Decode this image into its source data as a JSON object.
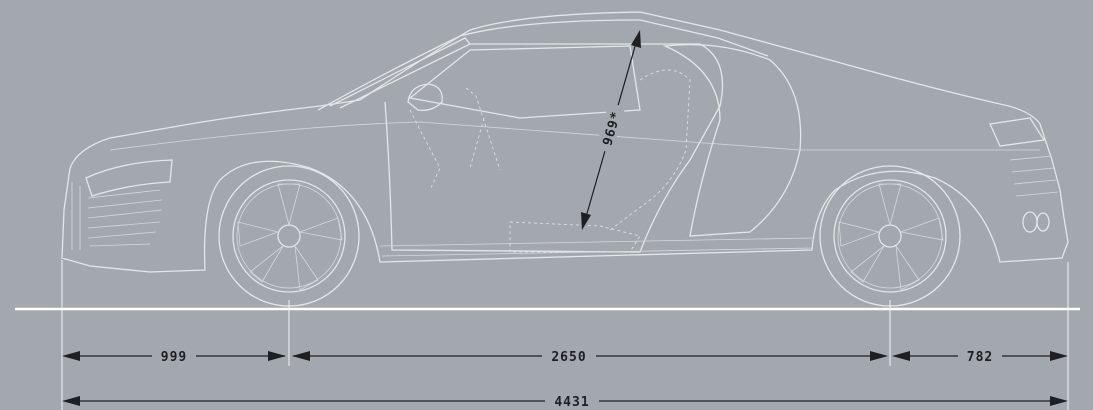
{
  "diagram": {
    "subject": "sports-coupe-side-elevation",
    "colors": {
      "background": "#a3a8ae",
      "lines": "#e4e6e8",
      "dimension": "#1d1f22"
    },
    "dimensions": {
      "front_overhang": "999",
      "wheelbase": "2650",
      "rear_overhang": "782",
      "overall_length": "4431",
      "interior_height": "969*"
    }
  }
}
